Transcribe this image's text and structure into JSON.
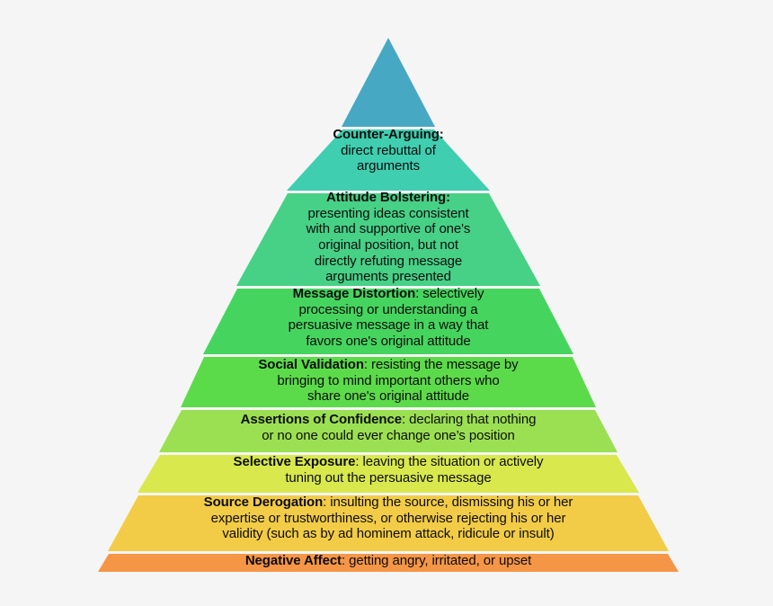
{
  "figure": {
    "name": "resistance-to-persuasion-strategies-pyramid",
    "type": "pyramid",
    "background_color": "#f5f5f5",
    "band_gap_color": "#ffffff",
    "text_color": "#0d0d0d"
  },
  "chart_data": {
    "type": "pyramid",
    "title": "",
    "orientation": "apex-top",
    "band_count": 9,
    "bands": [
      {
        "index": 0,
        "term": "",
        "description": "",
        "full_text": "",
        "color": "#47a8c4",
        "has_text": false,
        "shape": "apex-triangle"
      },
      {
        "index": 1,
        "term": "Counter-Arguing:",
        "description": "direct rebuttal of arguments",
        "full_text": "Counter-Arguing: direct rebuttal of arguments",
        "color": "#3fceb0",
        "has_text": true,
        "lines": [
          "Counter-Arguing:",
          "direct rebuttal of",
          "arguments"
        ],
        "shape": "trapezoid"
      },
      {
        "index": 2,
        "term": "Attitude Bolstering:",
        "description": "presenting ideas consistent with and supportive of one's original position, but not directly refuting message arguments presented",
        "full_text": "Attitude Bolstering: presenting ideas consistent with and supportive of one's original position, but not directly refuting message arguments presented",
        "color": "#46d186",
        "has_text": true,
        "lines": [
          "Attitude Bolstering:",
          "presenting ideas consistent",
          "with and supportive of one's",
          "original position, but not",
          "directly refuting message",
          "arguments presented"
        ],
        "shape": "trapezoid"
      },
      {
        "index": 3,
        "term": "Message Distortion:",
        "description": "selectively processing or understanding a persuasive message in a way that favors one's original attitude",
        "full_text": "Message Distortion: selectively processing or understanding a persuasive message in a way that favors one's original attitude",
        "color": "#45d55e",
        "has_text": true,
        "lines": [
          "Message Distortion: selectively",
          "processing or understanding a",
          "persuasive message in a way that",
          "favors one's original attitude"
        ],
        "shape": "trapezoid"
      },
      {
        "index": 4,
        "term": "Social Validation:",
        "description": "resisting the message by bringing to mind important others who share one's original attitude",
        "full_text": "Social Validation: resisting the message by bringing to mind important others who share one's original attitude",
        "color": "#5cdb4a",
        "has_text": true,
        "lines": [
          "Social Validation: resisting the message by",
          "bringing to mind important others who",
          "share one's original attitude"
        ],
        "shape": "trapezoid"
      },
      {
        "index": 5,
        "term": "Assertions of Confidence:",
        "description": "declaring that nothing or no one could ever change one’s position",
        "full_text": "Assertions of Confidence: declaring that nothing or no one could ever change one’s position",
        "color": "#9be052",
        "has_text": true,
        "lines": [
          "Assertions of Confidence: declaring that nothing",
          "or no one could ever change one’s position"
        ],
        "shape": "trapezoid"
      },
      {
        "index": 6,
        "term": "Selective Exposure:",
        "description": "leaving the situation or actively tuning out the persuasive message",
        "full_text": "Selective Exposure: leaving the situation or actively tuning out the persuasive message",
        "color": "#d9e84c",
        "has_text": true,
        "lines": [
          "Selective Exposure: leaving the situation or actively",
          "tuning out the persuasive message"
        ],
        "shape": "trapezoid"
      },
      {
        "index": 7,
        "term": "Source Derogation:",
        "description": "insulting the source, dismissing his or her expertise or trustworthiness, or otherwise rejecting his or her validity (such as by ad hominem attack, ridicule or insult)",
        "full_text": "Source Derogation: insulting the source, dismissing his or her expertise or trustworthiness, or otherwise rejecting his or her validity (such as by ad hominem attack, ridicule or insult)",
        "color": "#f2cc46",
        "has_text": true,
        "lines": [
          "Source Derogation: insulting the source, dismissing his or her",
          "expertise or trustworthiness, or otherwise rejecting his or her",
          "validity (such as by ad hominem attack, ridicule or insult)"
        ],
        "shape": "trapezoid"
      },
      {
        "index": 8,
        "term": "Negative Affect:",
        "description": "getting angry, irritated, or upset",
        "full_text": "Negative Affect: getting angry, irritated, or upset",
        "color": "#f59647",
        "has_text": true,
        "lines": [
          "Negative Affect: getting angry, irritated, or upset"
        ],
        "shape": "trapezoid"
      }
    ]
  },
  "labels": {
    "band1": {
      "term": "Counter-Arguing:",
      "rest": ""
    },
    "band1_line2": "direct rebuttal of",
    "band1_line3": "arguments",
    "band2": {
      "term": "Attitude Bolstering:",
      "rest": ""
    },
    "band2_line2": "presenting ideas consistent",
    "band2_line3": "with and supportive of one's",
    "band2_line4": "original position, but not",
    "band2_line5": "directly refuting message",
    "band2_line6": "arguments presented",
    "band3": {
      "term": "Message Distortion",
      "rest": ": selectively"
    },
    "band3_line2": "processing or understanding a",
    "band3_line3": "persuasive message in a way that",
    "band3_line4": "favors one's original attitude",
    "band4": {
      "term": "Social Validation",
      "rest": ": resisting the message by"
    },
    "band4_line2": "bringing to mind important others who",
    "band4_line3": "share one's original attitude",
    "band5": {
      "term": "Assertions of Confidence",
      "rest": ": declaring that nothing"
    },
    "band5_line2": "or no one could ever change one’s position",
    "band6": {
      "term": "Selective Exposure",
      "rest": ": leaving the situation or actively"
    },
    "band6_line2": "tuning out the persuasive message",
    "band7": {
      "term": "Source Derogation",
      "rest": ": insulting the source, dismissing his or her"
    },
    "band7_line2": "expertise or trustworthiness, or otherwise rejecting his or her",
    "band7_line3": "validity (such as by ad hominem attack, ridicule or insult)",
    "band8": {
      "term": "Negative Affect",
      "rest": ": getting angry, irritated, or upset"
    }
  }
}
